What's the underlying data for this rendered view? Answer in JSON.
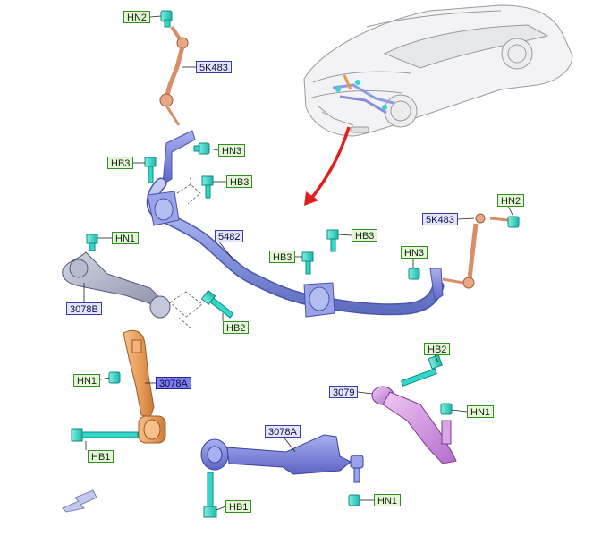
{
  "diagram": {
    "callouts": {
      "hn2_top": "HN2",
      "link_5k483_top": "5K483",
      "hn3_top": "HN3",
      "hb3_a": "HB3",
      "hb3_b": "HB3",
      "hn1_left": "HN1",
      "stabilizer_5482": "5482",
      "hb3_c": "HB3",
      "hb3_d": "HB3",
      "link_5k483_right": "5K483",
      "hn2_right": "HN2",
      "hn3_right": "HN3",
      "arm_3078b": "3078B",
      "hb2_center": "HB2",
      "hn1_mid": "HN1",
      "arm_3078a_selected": "3078A",
      "hb2_right": "HB2",
      "knuckle_3079": "3079",
      "hn1_right": "HN1",
      "hb1_left": "HB1",
      "arm_3078a_lower": "3078A",
      "hb1_bottom": "HB1",
      "hn1_bottom": "HN1"
    },
    "colors": {
      "stabilizer_bar": "#8c9be3",
      "lower_arm": "#8a8fd8",
      "tension_strut": "#e59a55",
      "end_link": "#d98e67",
      "knuckle_arm": "#cd8fe0",
      "fastener": "#2fd8c8",
      "pointer_arrow": "#e01e1e"
    }
  }
}
